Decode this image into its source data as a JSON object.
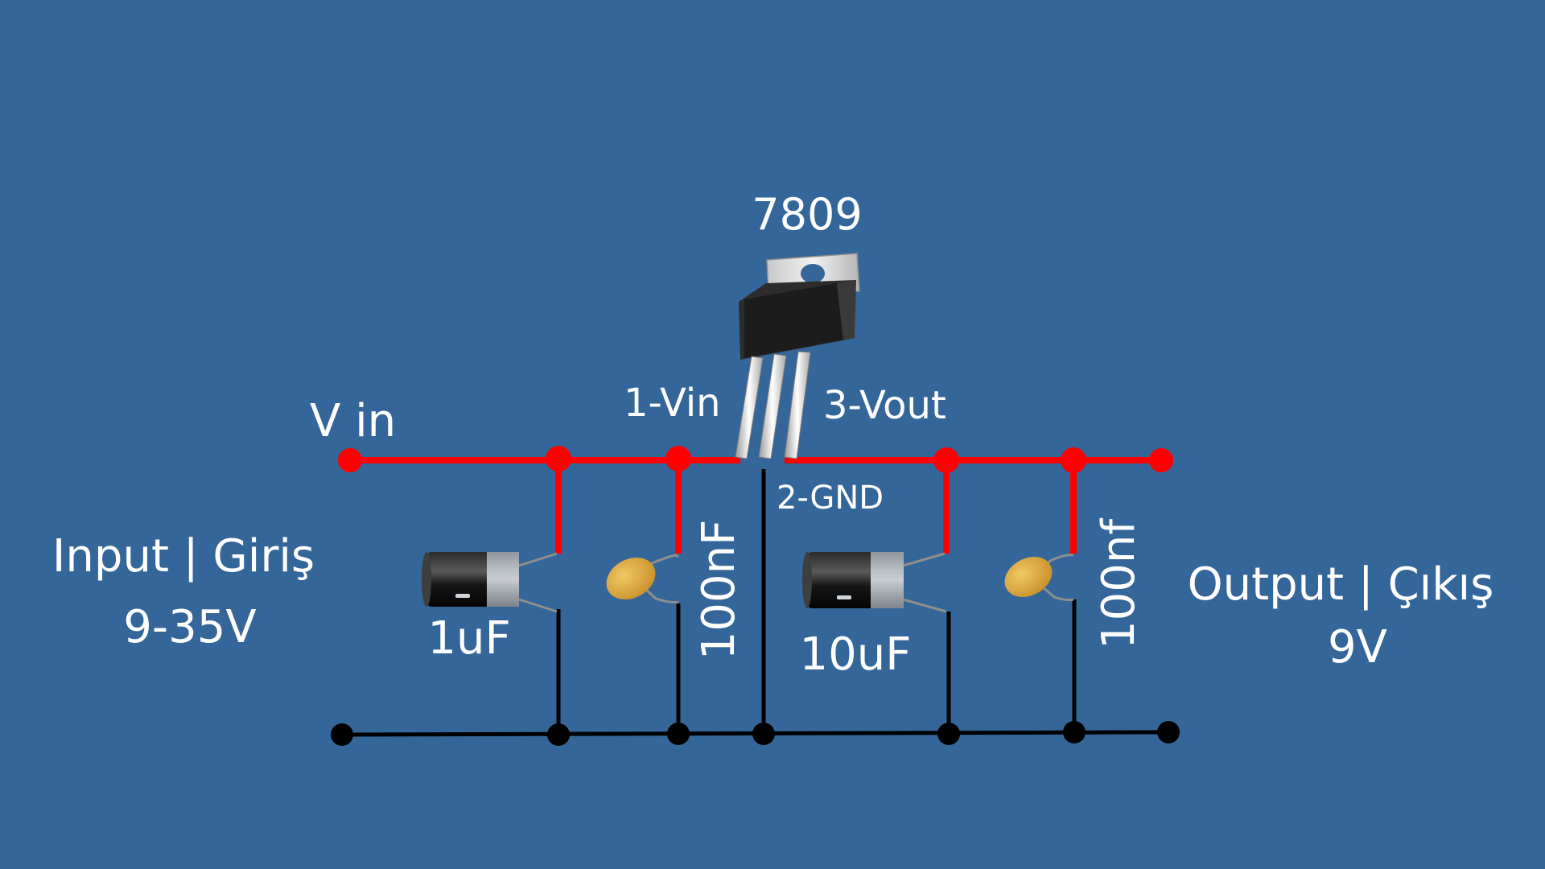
{
  "colors": {
    "background": "#356699",
    "positive_rail": "#ff0000",
    "ground_rail": "#000000",
    "text": "#ffffff",
    "ceramic_cap": "#e1b045",
    "electrolytic_cap": "#141414"
  },
  "regulator": {
    "part_number": "7809",
    "pin1": "1-Vin",
    "pin2": "2-GND",
    "pin3": "3-Vout"
  },
  "input": {
    "node_label": "V in",
    "title": "Input | Giriş",
    "range": "9-35V"
  },
  "output": {
    "title": "Output | Çıkış",
    "voltage": "9V"
  },
  "capacitors": [
    {
      "type": "electrolytic",
      "value": "1uF"
    },
    {
      "type": "ceramic",
      "value": "100nF"
    },
    {
      "type": "electrolytic",
      "value": "10uF"
    },
    {
      "type": "ceramic",
      "value": "100nf"
    }
  ],
  "icons": [
    "to220-regulator-icon",
    "electrolytic-capacitor-icon",
    "ceramic-capacitor-icon"
  ]
}
